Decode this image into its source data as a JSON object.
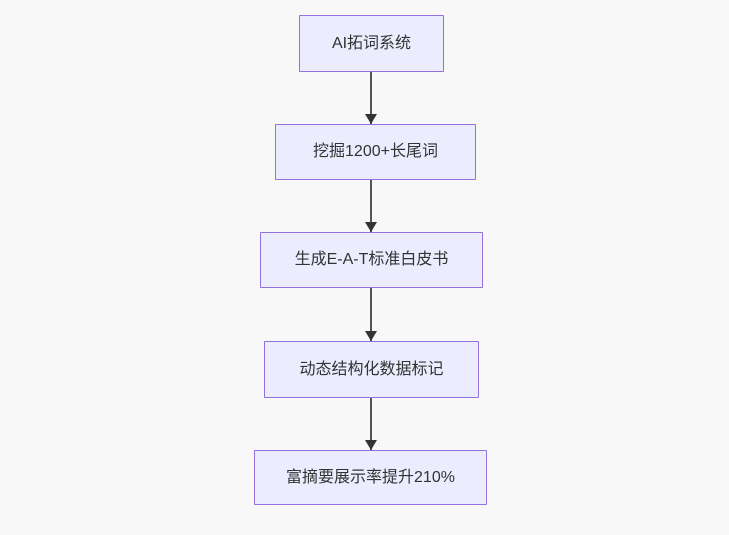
{
  "diagram": {
    "type": "flowchart-top-down",
    "nodes": [
      {
        "id": "n1",
        "label": "AI拓词系统"
      },
      {
        "id": "n2",
        "label": "挖掘1200+长尾词"
      },
      {
        "id": "n3",
        "label": "生成E-A-T标准白皮书"
      },
      {
        "id": "n4",
        "label": "动态结构化数据标记"
      },
      {
        "id": "n5",
        "label": "富摘要展示率提升210%"
      }
    ],
    "edges": [
      {
        "from": "n1",
        "to": "n2"
      },
      {
        "from": "n2",
        "to": "n3"
      },
      {
        "from": "n3",
        "to": "n4"
      },
      {
        "from": "n4",
        "to": "n5"
      }
    ]
  },
  "colors": {
    "background": "#f8f8f8",
    "node_fill": "#ECECFF",
    "node_border": "#9370DB",
    "node_text": "#333333",
    "edge_line": "#555555",
    "edge_arrowhead": "#333333"
  }
}
